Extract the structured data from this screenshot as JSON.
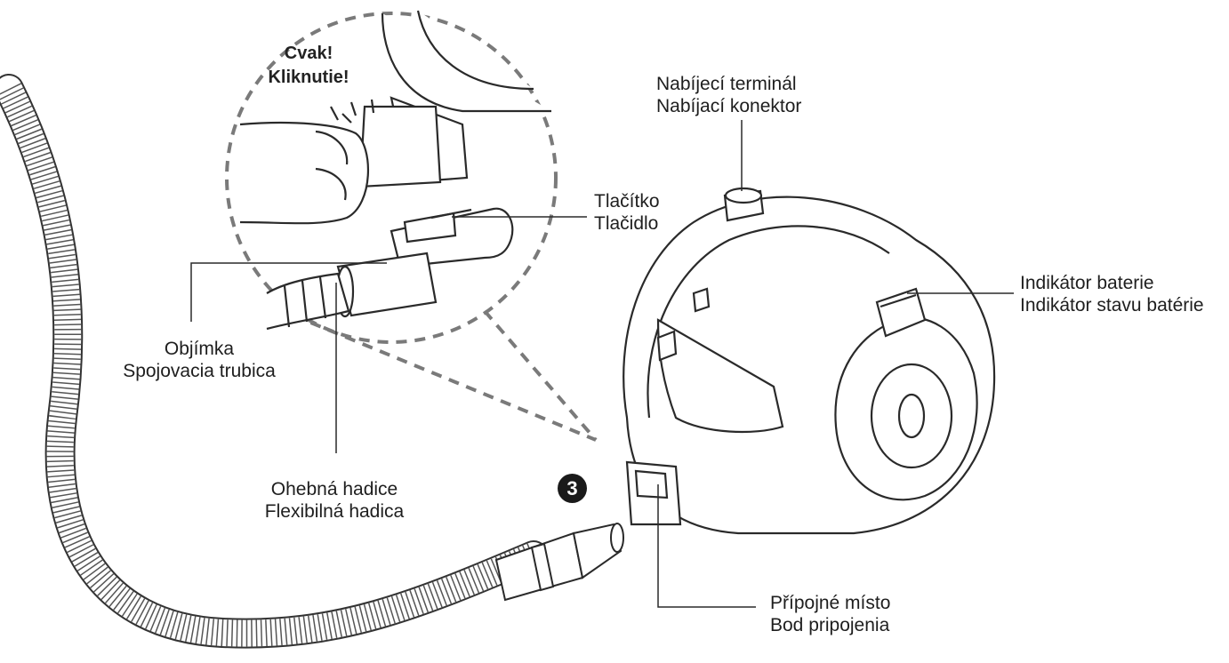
{
  "click_text": {
    "line1": "Cvak!",
    "line2": "Kliknutie!"
  },
  "labels": {
    "charging_terminal": {
      "cz": "Nabíjecí terminál",
      "sk": "Nabíjací konektor"
    },
    "button": {
      "cz": "Tlačítko",
      "sk": "Tlačidlo"
    },
    "battery_indicator": {
      "cz": "Indikátor baterie",
      "sk": "Indikátor stavu batérie"
    },
    "sleeve": {
      "cz": "Objímka",
      "sk": "Spojovacia trubica"
    },
    "flexible_hose": {
      "cz": "Ohebná hadice",
      "sk": "Flexibilná hadica"
    },
    "connection_point": {
      "cz": "Přípojné místo",
      "sk": "Bod pripojenia"
    }
  },
  "step_number": "3",
  "colors": {
    "line": "#2a2a2a",
    "dash": "#7a7a7a",
    "step_badge": "#1a1a1a"
  }
}
